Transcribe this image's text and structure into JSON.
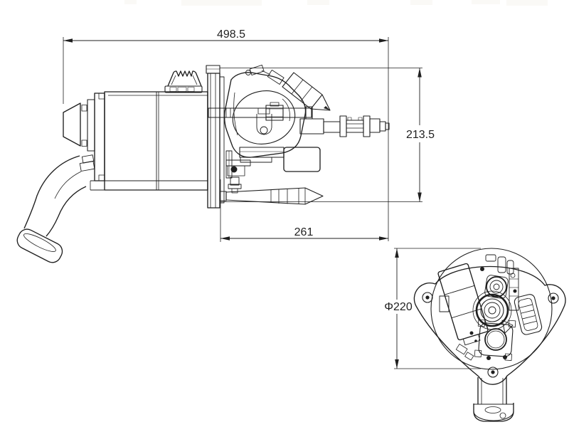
{
  "drawing": {
    "background_color": "#ffffff",
    "line_color": "#1f1f1f",
    "dimensions": {
      "overall_length": "498.5",
      "overall_height": "213.5",
      "pump_section_length": "261",
      "flange_diameter": "Φ220"
    }
  }
}
